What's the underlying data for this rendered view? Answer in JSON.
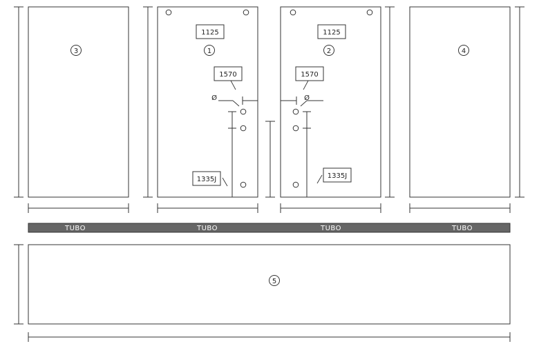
{
  "panels": [
    {
      "id": "panel-3",
      "number": "3"
    },
    {
      "id": "panel-1",
      "number": "1",
      "code_top": "1125",
      "code_mid": "1570",
      "code_bottom": "1335J",
      "diameter_symbol": "Ø"
    },
    {
      "id": "panel-2",
      "number": "2",
      "code_top": "1125",
      "code_mid": "1570",
      "code_bottom": "1335J",
      "diameter_symbol": "Ø"
    },
    {
      "id": "panel-4",
      "number": "4"
    },
    {
      "id": "panel-5",
      "number": "5"
    }
  ],
  "tube": {
    "labels": [
      "TUBO",
      "TUBO",
      "TUBO",
      "TUBO"
    ]
  },
  "colors": {
    "line": "#333333",
    "tube_fill": "#666666",
    "tube_text": "#ffffff",
    "background": "#ffffff"
  }
}
